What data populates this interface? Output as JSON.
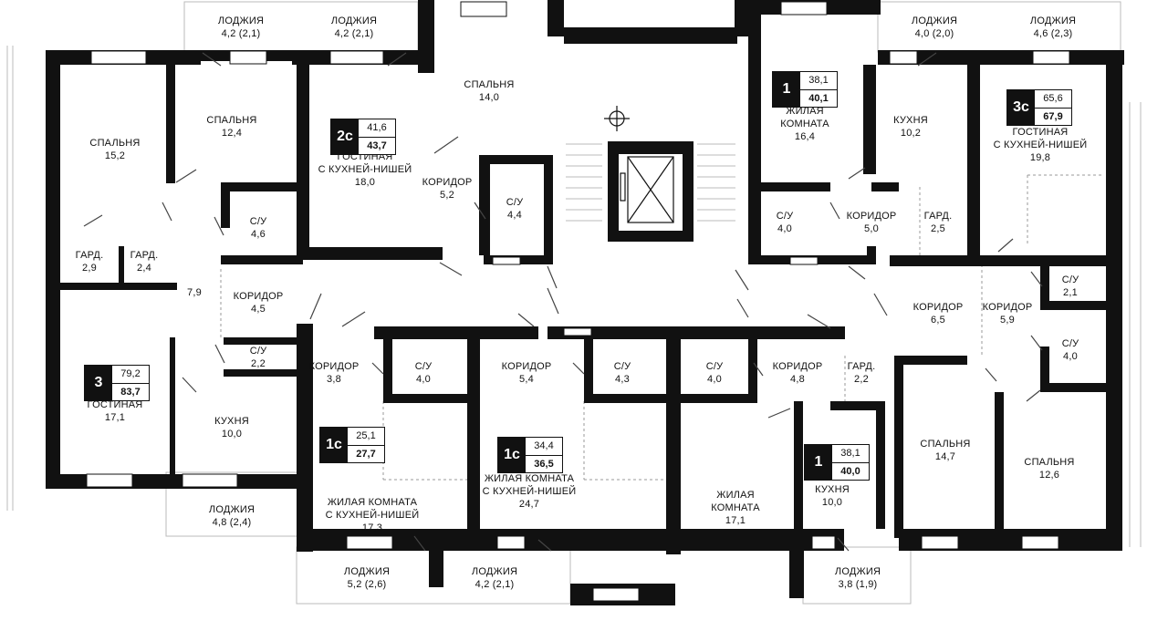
{
  "rooms": [
    {
      "id": "loggia-a",
      "name": "ЛОДЖИЯ",
      "area": "4,2 (2,1)"
    },
    {
      "id": "loggia-b",
      "name": "ЛОДЖИЯ",
      "area": "4,2 (2,1)"
    },
    {
      "id": "loggia-c",
      "name": "ЛОДЖИЯ",
      "area": "4,0 (2,0)"
    },
    {
      "id": "loggia-d",
      "name": "ЛОДЖИЯ",
      "area": "4,6 (2,3)"
    },
    {
      "id": "bedroom-a",
      "name": "СПАЛЬНЯ",
      "area": "15,2"
    },
    {
      "id": "bedroom-b",
      "name": "СПАЛЬНЯ",
      "area": "12,4"
    },
    {
      "id": "bedroom-c",
      "name": "СПАЛЬНЯ",
      "area": "14,0"
    },
    {
      "id": "living-2c",
      "name": "ГОСТИНАЯ\nС КУХНЕЙ-НИШЕЙ",
      "area": "18,0"
    },
    {
      "id": "corridor-2c",
      "name": "КОРИДОР",
      "area": "5,2"
    },
    {
      "id": "bath-2c",
      "name": "С/У",
      "area": "4,4"
    },
    {
      "id": "living-1a",
      "name": "ЖИЛАЯ\nКОМНАТА",
      "area": "16,4"
    },
    {
      "id": "kitchen-1a",
      "name": "КУХНЯ",
      "area": "10,2"
    },
    {
      "id": "living-3c",
      "name": "ГОСТИНАЯ\nС КУХНЕЙ-НИШЕЙ",
      "area": "19,8"
    },
    {
      "id": "bath-3a",
      "name": "С/У",
      "area": "4,6"
    },
    {
      "id": "ward-a",
      "name": "ГАРД.",
      "area": "2,9"
    },
    {
      "id": "ward-b",
      "name": "ГАРД.",
      "area": "2,4"
    },
    {
      "id": "hall-3",
      "name": "",
      "area": "7,9"
    },
    {
      "id": "corridor-3a",
      "name": "КОРИДОР",
      "area": "4,5"
    },
    {
      "id": "bath-3b",
      "name": "С/У",
      "area": "2,2"
    },
    {
      "id": "living-3",
      "name": "ГОСТИНАЯ",
      "area": "17,1"
    },
    {
      "id": "kitchen-3",
      "name": "КУХНЯ",
      "area": "10,0"
    },
    {
      "id": "loggia-e",
      "name": "ЛОДЖИЯ",
      "area": "4,8 (2,4)"
    },
    {
      "id": "bath-1a",
      "name": "С/У",
      "area": "4,0"
    },
    {
      "id": "corridor-1a",
      "name": "КОРИДОР",
      "area": "5,0"
    },
    {
      "id": "ward-c",
      "name": "ГАРД.",
      "area": "2,5"
    },
    {
      "id": "corridor-3c-a",
      "name": "КОРИДОР",
      "area": "6,5"
    },
    {
      "id": "corridor-3c-b",
      "name": "КОРИДОР",
      "area": "5,9"
    },
    {
      "id": "bath-3c-a",
      "name": "С/У",
      "area": "2,1"
    },
    {
      "id": "bath-3c-b",
      "name": "С/У",
      "area": "4,0"
    },
    {
      "id": "corridor-1c-a",
      "name": "КОРИДОР",
      "area": "3,8"
    },
    {
      "id": "bath-1c-a",
      "name": "С/У",
      "area": "4,0"
    },
    {
      "id": "corridor-1c-b",
      "name": "КОРИДОР",
      "area": "5,4"
    },
    {
      "id": "bath-1c-b",
      "name": "С/У",
      "area": "4,3"
    },
    {
      "id": "bath-1b",
      "name": "С/У",
      "area": "4,0"
    },
    {
      "id": "corridor-1b",
      "name": "КОРИДОР",
      "area": "4,8"
    },
    {
      "id": "ward-d",
      "name": "ГАРД.",
      "area": "2,2"
    },
    {
      "id": "living-1c-a",
      "name": "ЖИЛАЯ КОМНАТА\nС КУХНЕЙ-НИШЕЙ",
      "area": "17,3"
    },
    {
      "id": "living-1c-b",
      "name": "ЖИЛАЯ КОМНАТА\nС КУХНЕЙ-НИШЕЙ",
      "area": "24,7"
    },
    {
      "id": "living-1b",
      "name": "ЖИЛАЯ\nКОМНАТА",
      "area": "17,1"
    },
    {
      "id": "kitchen-1b",
      "name": "КУХНЯ",
      "area": "10,0"
    },
    {
      "id": "bedroom-d",
      "name": "СПАЛЬНЯ",
      "area": "14,7"
    },
    {
      "id": "bedroom-e",
      "name": "СПАЛЬНЯ",
      "area": "12,6"
    },
    {
      "id": "loggia-f",
      "name": "ЛОДЖИЯ",
      "area": "5,2 (2,6)"
    },
    {
      "id": "loggia-g",
      "name": "ЛОДЖИЯ",
      "area": "4,2 (2,1)"
    },
    {
      "id": "loggia-h",
      "name": "ЛОДЖИЯ",
      "area": "3,8 (1,9)"
    }
  ],
  "badges": [
    {
      "id": "apt-2c",
      "type": "2с",
      "area_living": "41,6",
      "area_total": "43,7"
    },
    {
      "id": "apt-1-top",
      "type": "1",
      "area_living": "38,1",
      "area_total": "40,1"
    },
    {
      "id": "apt-3c",
      "type": "3с",
      "area_living": "65,6",
      "area_total": "67,9"
    },
    {
      "id": "apt-3",
      "type": "3",
      "area_living": "79,2",
      "area_total": "83,7"
    },
    {
      "id": "apt-1c-a",
      "type": "1с",
      "area_living": "25,1",
      "area_total": "27,7"
    },
    {
      "id": "apt-1c-b",
      "type": "1с",
      "area_living": "34,4",
      "area_total": "36,5"
    },
    {
      "id": "apt-1-bottom",
      "type": "1",
      "area_living": "38,1",
      "area_total": "40,0"
    }
  ]
}
